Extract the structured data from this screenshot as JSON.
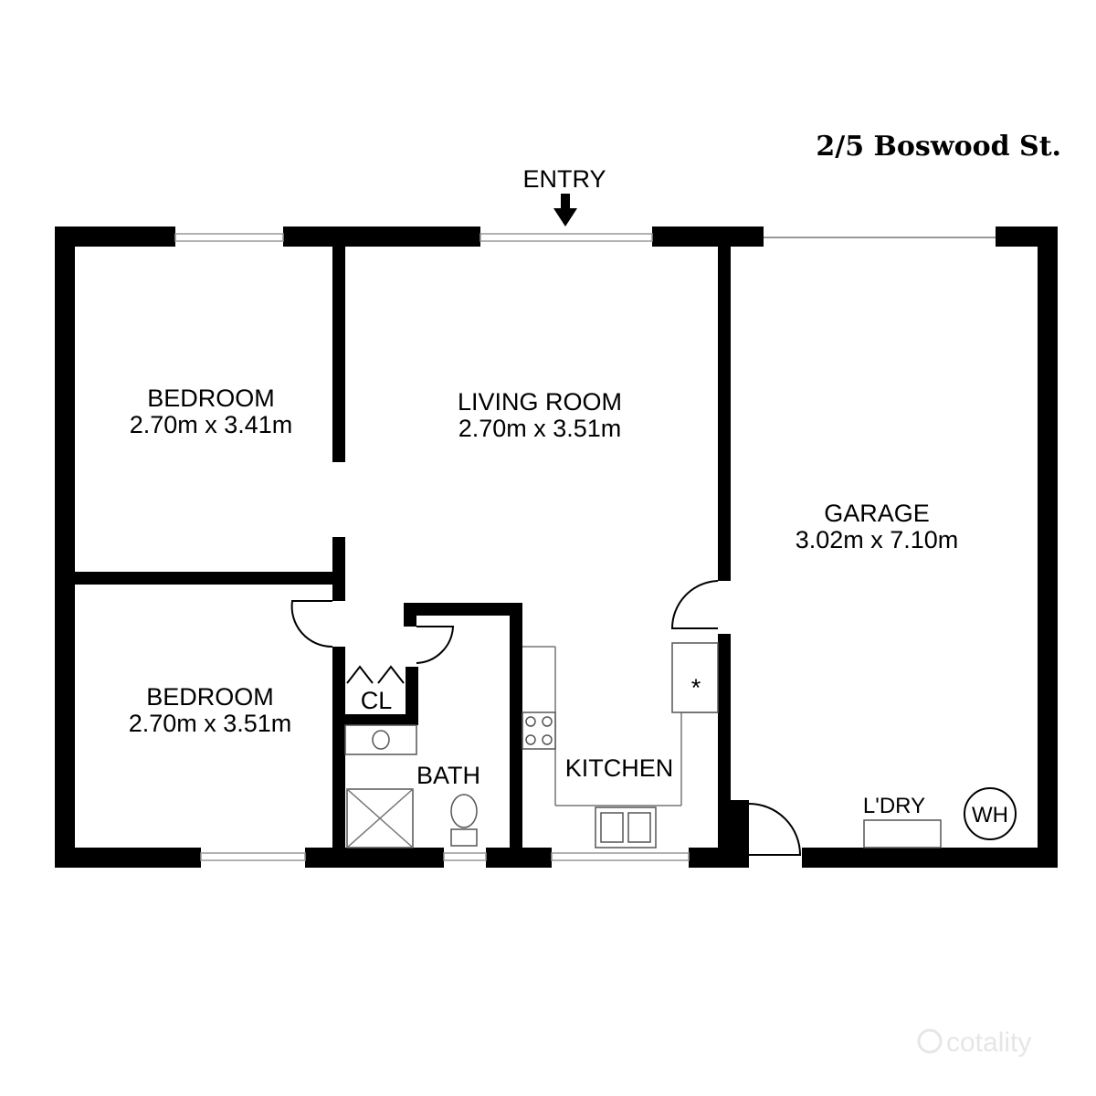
{
  "address": "2/5 Boswood St.",
  "entry_label": "ENTRY",
  "rooms": {
    "bedroom1": {
      "name": "BEDROOM",
      "size": "2.70m x 3.41m"
    },
    "living": {
      "name": "LIVING ROOM",
      "size": "2.70m x 3.51m"
    },
    "garage": {
      "name": "GARAGE",
      "size": "3.02m x 7.10m"
    },
    "bedroom2": {
      "name": "BEDROOM",
      "size": "2.70m x 3.51m"
    },
    "closet": {
      "name": "CL"
    },
    "bath": {
      "name": "BATH"
    },
    "kitchen": {
      "name": "KITCHEN"
    },
    "laundry": {
      "name": "L'DRY"
    },
    "water_heater": {
      "name": "WH"
    }
  },
  "fixture_symbol": "*",
  "watermark": "cotality"
}
